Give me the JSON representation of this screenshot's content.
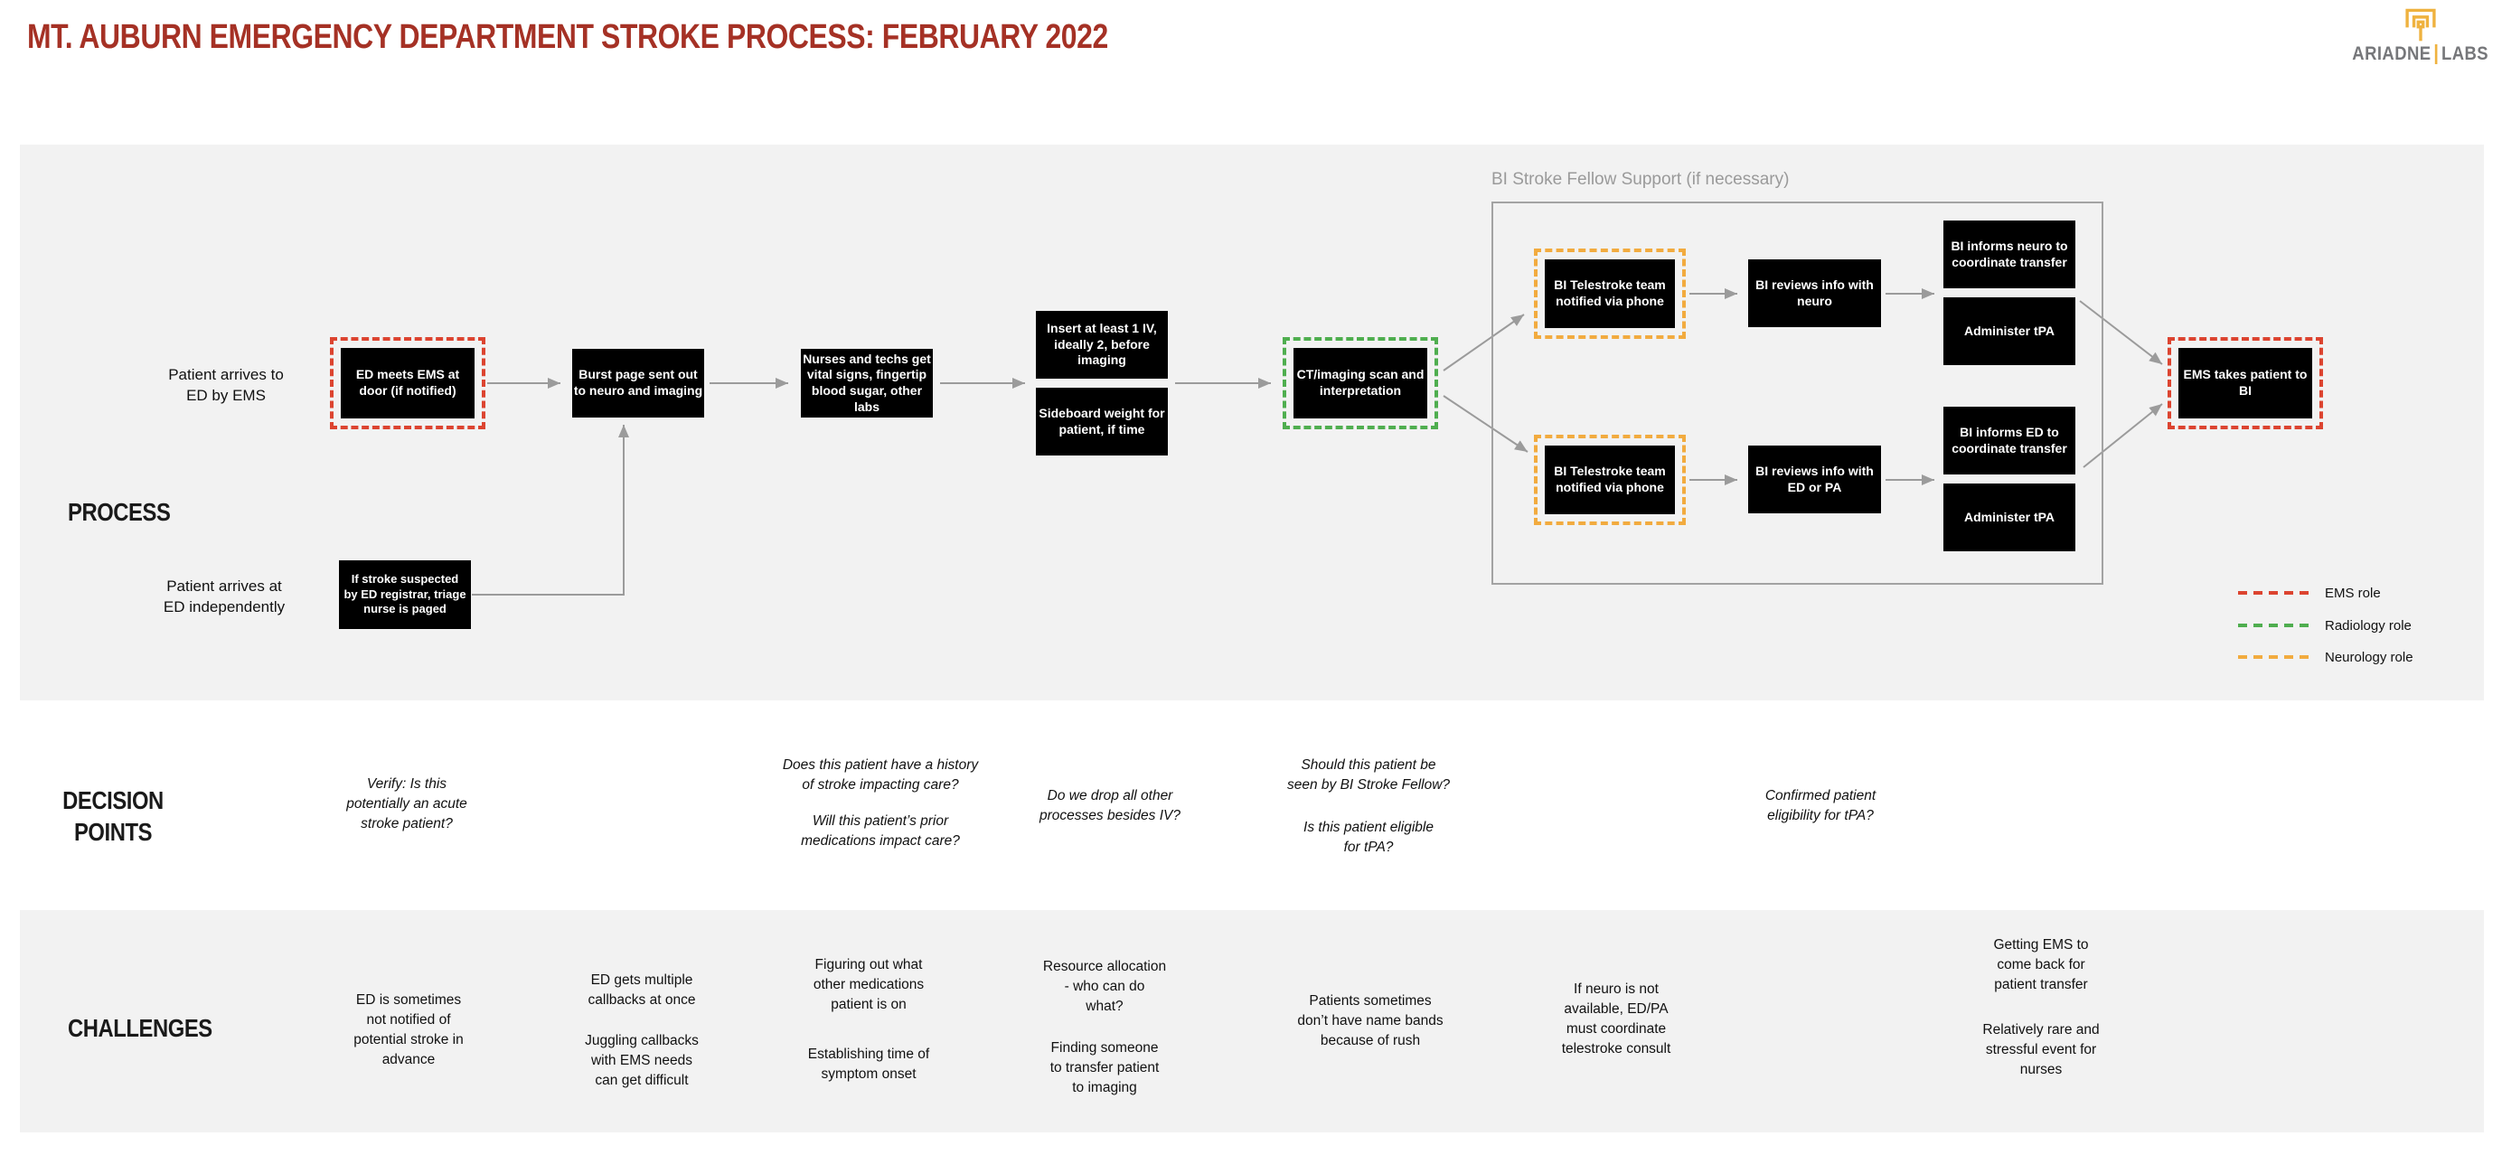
{
  "header": {
    "title": "MT. AUBURN EMERGENCY DEPARTMENT STROKE PROCESS: FEBRUARY 2022",
    "logo": {
      "part1": "ARIADNE",
      "part2": "LABS"
    }
  },
  "colors": {
    "title": "#A53125",
    "ems": "#DC4430",
    "radiology": "#4FAE4F",
    "neurology": "#F2AB3F",
    "arrow": "#9B9B9B",
    "band": "#F2F2F2"
  },
  "sections": {
    "process": "PROCESS",
    "decision": "DECISION\nPOINTS",
    "challenges": "CHALLENGES"
  },
  "process": {
    "fellow_group_label": "BI Stroke Fellow Support (if necessary)",
    "entry_labels": [
      "Patient arrives to\nED by EMS",
      "Patient arrives at\nED independently"
    ],
    "boxes": [
      {
        "id": "ed-meets-ems",
        "text": "ED meets EMS at\ndoor (if notified)",
        "role": "ems"
      },
      {
        "id": "registrar-page",
        "text": "If stroke suspected\nby ED registrar, triage\nnurse is paged",
        "role": null
      },
      {
        "id": "burst-page",
        "text": "Burst page sent out\nto neuro and imaging",
        "role": null
      },
      {
        "id": "vitals-labs",
        "text": "Nurses and techs get\nvital signs, fingertip\nblood sugar, other\nlabs",
        "role": null
      },
      {
        "id": "insert-iv",
        "text": "Insert at least 1 IV,\nideally 2, before\nimaging",
        "role": null
      },
      {
        "id": "sideboard-weight",
        "text": "Sideboard weight for\npatient, if time",
        "role": null
      },
      {
        "id": "ct-imaging",
        "text": "CT/imaging scan and\ninterpretation",
        "role": "radiology"
      },
      {
        "id": "telestroke-top",
        "text": "BI Telestroke team\nnotified via phone",
        "role": "neurology"
      },
      {
        "id": "reviews-neuro",
        "text": "BI reviews info with\nneuro",
        "role": null
      },
      {
        "id": "informs-neuro",
        "text": "BI informs neuro to\ncoordinate transfer",
        "role": null
      },
      {
        "id": "administer-tpa-top",
        "text": "Administer tPA",
        "role": null
      },
      {
        "id": "telestroke-bottom",
        "text": "BI Telestroke team\nnotified via phone",
        "role": "neurology"
      },
      {
        "id": "reviews-ed-pa",
        "text": "BI reviews info with\nED or PA",
        "role": null
      },
      {
        "id": "informs-ed",
        "text": "BI informs ED to\ncoordinate transfer",
        "role": null
      },
      {
        "id": "administer-tpa-bottom",
        "text": "Administer tPA",
        "role": null
      },
      {
        "id": "ems-takes-patient",
        "text": "EMS takes patient to\nBI",
        "role": "ems"
      }
    ]
  },
  "legend": {
    "items": [
      {
        "label": "EMS role",
        "color_key": "ems"
      },
      {
        "label": "Radiology role",
        "color_key": "radiology"
      },
      {
        "label": "Neurology role",
        "color_key": "neurology"
      }
    ]
  },
  "decision_points": [
    "Verify: Is this\npotentially an acute\nstroke patient?",
    "Does this patient have a history\nof stroke impacting care?",
    "Will this patient’s prior\nmedications impact care?",
    "Do we drop all other\nprocesses besides IV?",
    "Should this patient be\nseen by BI Stroke Fellow?",
    "Is this patient eligible\nfor tPA?",
    "Confirmed patient\neligibility for tPA?"
  ],
  "challenges": [
    "ED is sometimes\nnot notified of\npotential stroke in\nadvance",
    "ED gets multiple\ncallbacks at once",
    "Juggling callbacks\nwith EMS needs\ncan get difficult",
    "Figuring out what\nother medications\npatient is on",
    "Establishing time of\nsymptom onset",
    "Resource allocation\n- who can do\nwhat?",
    "Finding someone\nto transfer patient\nto imaging",
    "Patients sometimes\ndon’t have name bands\nbecause of rush",
    "If neuro is not\navailable, ED/PA\nmust coordinate\ntelestroke consult",
    "Getting EMS to\ncome back for\npatient transfer",
    "Relatively rare and\nstressful event for\nnurses"
  ]
}
